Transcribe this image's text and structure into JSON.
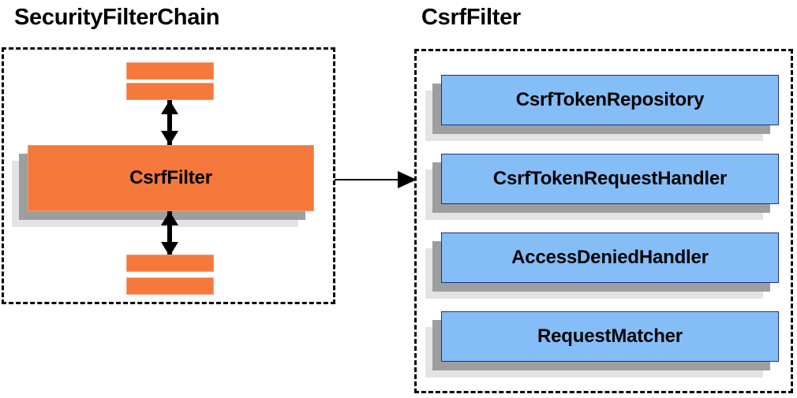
{
  "diagram": {
    "type": "component-relationship-diagram",
    "background": "#ffffff",
    "colors": {
      "orange_fill": "#f4793b",
      "orange_border": "#f0a080",
      "blue_fill": "#85bdf7",
      "blue_border": "#1c2f8f",
      "shadow_mid": "#9e9e9e",
      "shadow_back": "#e3e3e3",
      "outline": "#000000",
      "text": "#000000"
    }
  },
  "panels": {
    "left": {
      "title": "SecurityFilterChain",
      "highlighted_filter": "CsrfFilter",
      "filters_above": [
        "",
        ""
      ],
      "filters_below": [
        "",
        ""
      ]
    },
    "right": {
      "title": "CsrfFilter",
      "collaborators": [
        {
          "label": "CsrfTokenRepository"
        },
        {
          "label": "CsrfTokenRequestHandler"
        },
        {
          "label": "AccessDeniedHandler"
        },
        {
          "label": "RequestMatcher"
        }
      ]
    }
  },
  "connectors": {
    "chain_up": "double-headed-vertical-arrow",
    "chain_down": "double-headed-vertical-arrow",
    "expand": "right-arrow"
  }
}
